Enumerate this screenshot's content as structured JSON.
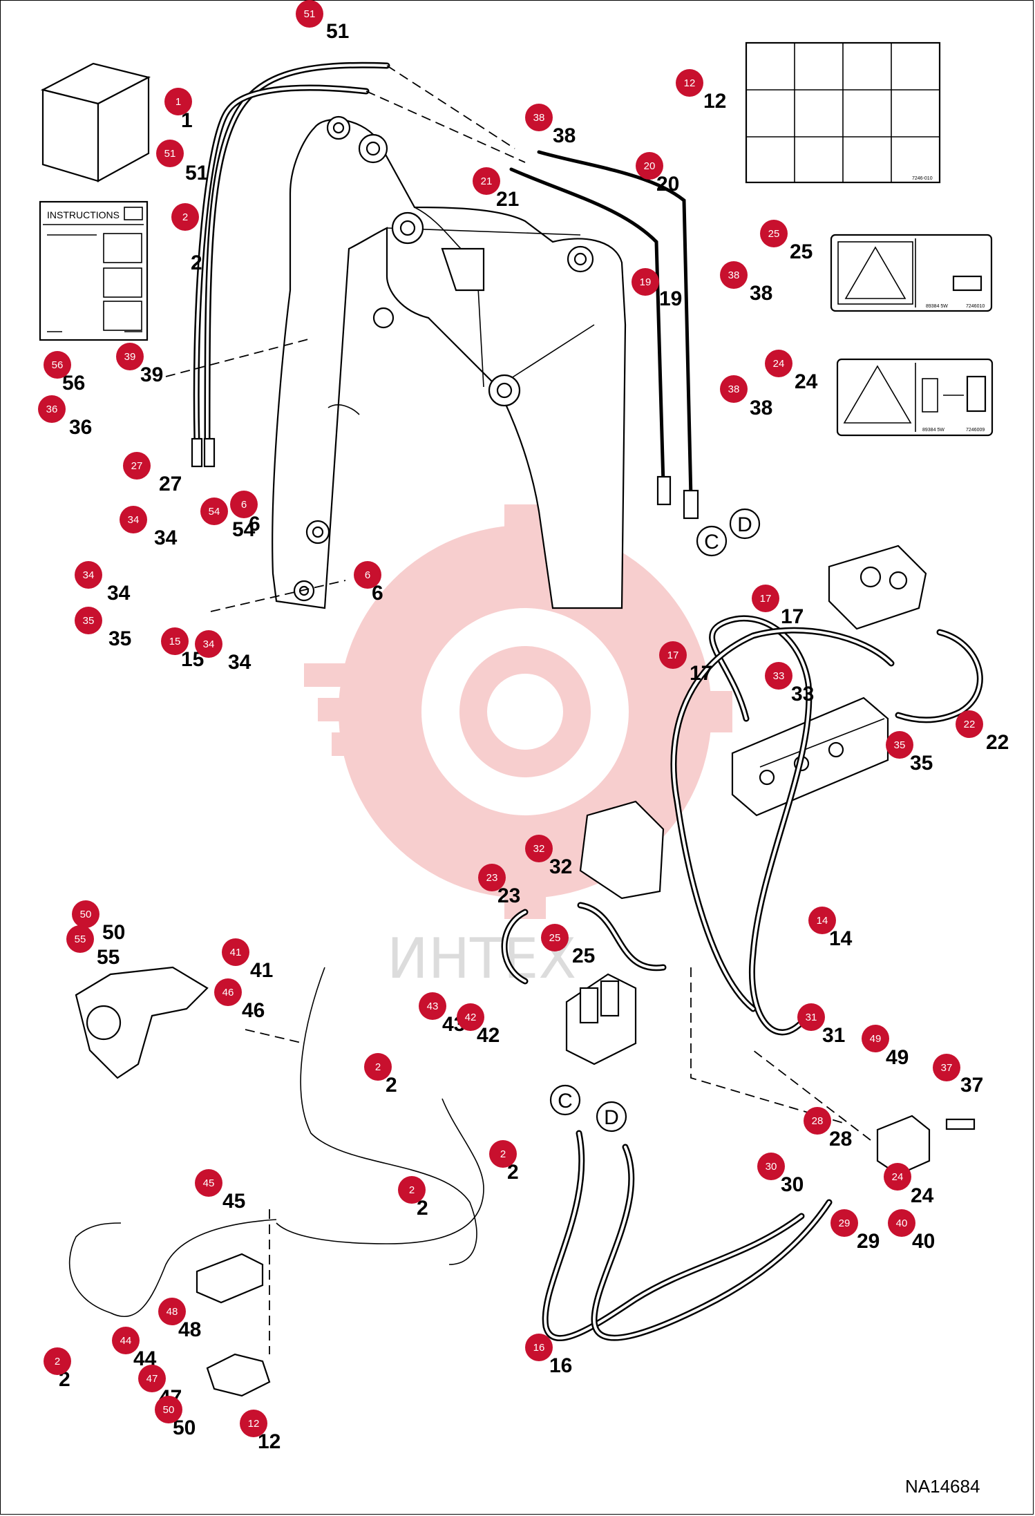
{
  "diagram": {
    "reference_code": "NA14684",
    "watermark_text": "ИНТЕХ",
    "instructions_label": "INSTRUCTIONS",
    "connectors": {
      "c": "C",
      "d": "D"
    },
    "decals": {
      "decal_25_code": "89384 5W",
      "decal_25_ref": "7246010",
      "decal_24_code": "89384 5W",
      "decal_24_ref": "7246009",
      "decal_12_ref": "7246-010"
    },
    "colors": {
      "badge": "#c8102e",
      "watermark": "#f7c9c9"
    }
  },
  "callouts": [
    {
      "id": "1",
      "label": "1"
    },
    {
      "id": "2a",
      "label": "2"
    },
    {
      "id": "51a",
      "label": "51"
    },
    {
      "id": "51b",
      "label": "51"
    },
    {
      "id": "56",
      "label": "56"
    },
    {
      "id": "39",
      "label": "39"
    },
    {
      "id": "36",
      "label": "36"
    },
    {
      "id": "27",
      "label": "27"
    },
    {
      "id": "34a",
      "label": "34"
    },
    {
      "id": "54",
      "label": "54"
    },
    {
      "id": "6a",
      "label": "6"
    },
    {
      "id": "34b",
      "label": "34"
    },
    {
      "id": "35a",
      "label": "35"
    },
    {
      "id": "15",
      "label": "15"
    },
    {
      "id": "34c",
      "label": "34"
    },
    {
      "id": "6b",
      "label": "6"
    },
    {
      "id": "38a",
      "label": "38"
    },
    {
      "id": "21",
      "label": "21"
    },
    {
      "id": "20",
      "label": "20"
    },
    {
      "id": "19",
      "label": "19"
    },
    {
      "id": "12a",
      "label": "12"
    },
    {
      "id": "25a",
      "label": "25"
    },
    {
      "id": "38b",
      "label": "38"
    },
    {
      "id": "24a",
      "label": "24"
    },
    {
      "id": "38c",
      "label": "38"
    },
    {
      "id": "17a",
      "label": "17"
    },
    {
      "id": "17b",
      "label": "17"
    },
    {
      "id": "33",
      "label": "33"
    },
    {
      "id": "35b",
      "label": "35"
    },
    {
      "id": "22",
      "label": "22"
    },
    {
      "id": "32",
      "label": "32"
    },
    {
      "id": "23",
      "label": "23"
    },
    {
      "id": "25b",
      "label": "25"
    },
    {
      "id": "14",
      "label": "14"
    },
    {
      "id": "31",
      "label": "31"
    },
    {
      "id": "49",
      "label": "49"
    },
    {
      "id": "37",
      "label": "37"
    },
    {
      "id": "28",
      "label": "28"
    },
    {
      "id": "30",
      "label": "30"
    },
    {
      "id": "24b",
      "label": "24"
    },
    {
      "id": "29",
      "label": "29"
    },
    {
      "id": "40",
      "label": "40"
    },
    {
      "id": "16",
      "label": "16"
    },
    {
      "id": "50a",
      "label": "50"
    },
    {
      "id": "55",
      "label": "55"
    },
    {
      "id": "41",
      "label": "41"
    },
    {
      "id": "46",
      "label": "46"
    },
    {
      "id": "43",
      "label": "43"
    },
    {
      "id": "42",
      "label": "42"
    },
    {
      "id": "2b",
      "label": "2"
    },
    {
      "id": "2c",
      "label": "2"
    },
    {
      "id": "2d",
      "label": "2"
    },
    {
      "id": "45",
      "label": "45"
    },
    {
      "id": "48",
      "label": "48"
    },
    {
      "id": "44",
      "label": "44"
    },
    {
      "id": "2e",
      "label": "2"
    },
    {
      "id": "47",
      "label": "47"
    },
    {
      "id": "50b",
      "label": "50"
    },
    {
      "id": "12b",
      "label": "12"
    }
  ]
}
